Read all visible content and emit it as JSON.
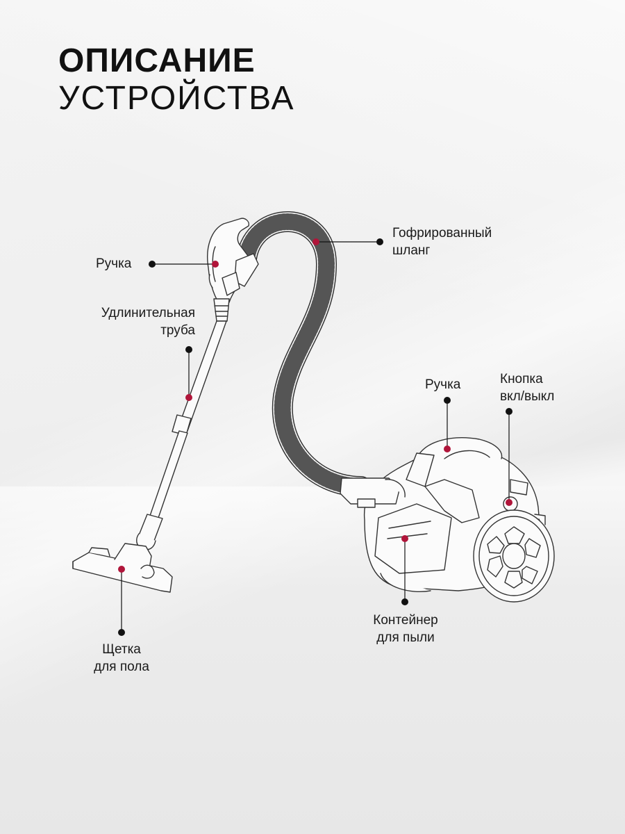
{
  "title": {
    "line1": "ОПИСАНИЕ",
    "line2": "УСТРОЙСТВА"
  },
  "labels": {
    "handle_wand": "Ручка",
    "tube": [
      "Удлинительная",
      "труба"
    ],
    "hose": [
      "Гофрированный",
      "шланг"
    ],
    "handle_body": "Ручка",
    "button": [
      "Кнопка",
      "вкл/выкл"
    ],
    "container": [
      "Контейнер",
      "для пыли"
    ],
    "brush": [
      "Щетка",
      "для пола"
    ]
  },
  "colors": {
    "accent": "#b0153a",
    "dot": "#111111",
    "outline": "#333333"
  }
}
